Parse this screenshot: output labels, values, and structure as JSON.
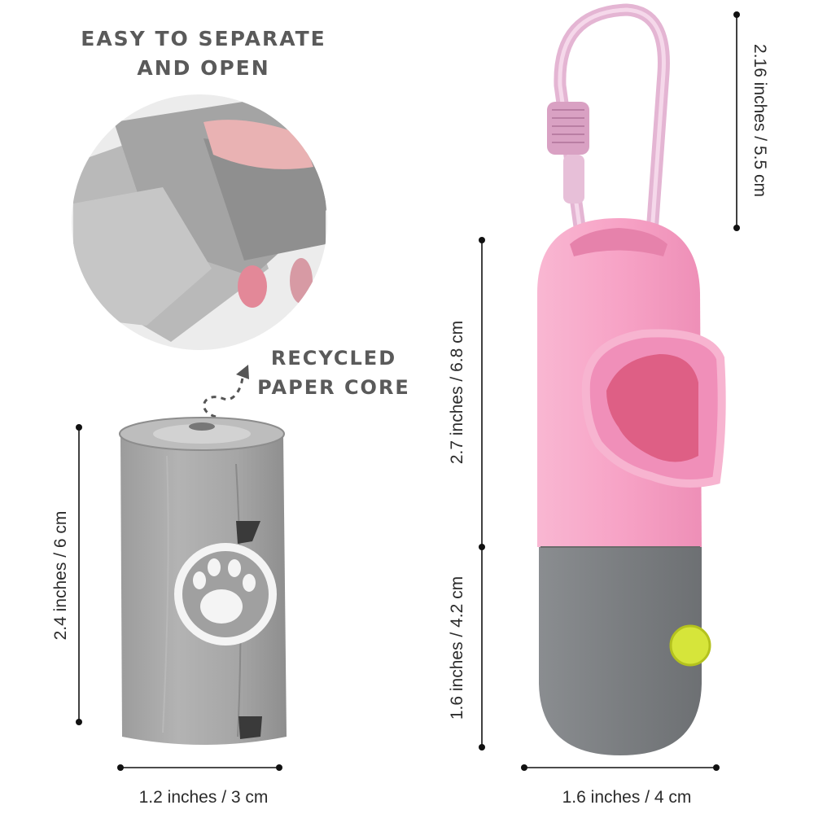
{
  "headings": {
    "easy_open_line1": "EASY TO SEPARATE",
    "easy_open_line2": "AND OPEN",
    "core_line1": "RECYCLED",
    "core_line2": "PAPER CORE"
  },
  "dimensions": {
    "hook_height": "2.16 inches / 5.5 cm",
    "dispenser_upper_height": "2.7 inches / 6.8 cm",
    "dispenser_lower_height": "1.6 inches / 4.2 cm",
    "roll_height": "2.4 inches / 6 cm",
    "roll_width": "1.2 inches / 3 cm",
    "dispenser_width": "1.6 inches / 4 cm"
  },
  "colors": {
    "dispenser_pink": "#f7a6c8",
    "dispenser_gray": "#7e8184",
    "button_yellow": "#d6e53a",
    "bag_gray": "#a9a9a9",
    "carabiner_pink": "#e7b7d6"
  },
  "icons": [
    "paw-print-icon",
    "dashed-arrow-icon"
  ]
}
